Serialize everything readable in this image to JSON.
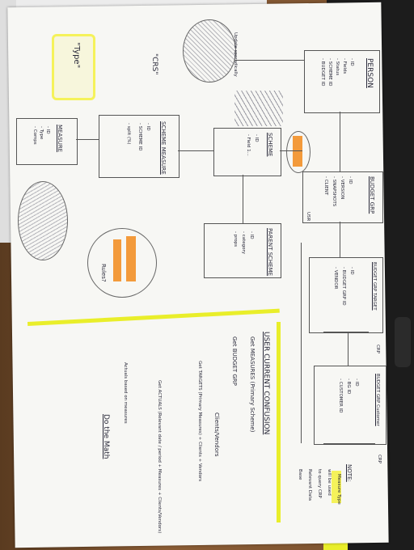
{
  "colors": {
    "table": "#7a5230",
    "paper": "#f7f7f4",
    "ink": "#2a2a3a",
    "highlight_yellow": "#f5f25a",
    "highlight_orange": "#f39a3b",
    "monitor": "#1c1c1c"
  },
  "annotations": {
    "type_note": "\"Type\"",
    "crs": "\"CRS\"",
    "update_sporadically": "Update sporadically",
    "rules": "Rules?"
  },
  "entities": {
    "person": {
      "title": "PERSON",
      "fields": [
        "- ID",
        "- Fields",
        "- Status",
        "- SCHEME ID",
        "- BUDGET ID"
      ]
    },
    "measure": {
      "title": "MEASURE",
      "fields": [
        "- ID",
        "- Type",
        "- Comps"
      ]
    },
    "scheme_measure": {
      "title": "SCHEME MEASURE",
      "fields": [
        "- ID",
        "- SCHEME ID",
        "- split (%)"
      ]
    },
    "scheme": {
      "title": "SCHEME",
      "fields": [
        "- ID",
        "- Field 1..."
      ]
    },
    "parent_scheme": {
      "title": "PARENT SCHEME",
      "fields": [
        "- ID",
        "- category",
        "- props"
      ]
    },
    "budget_grp": {
      "title": "BUDGET GRP",
      "fields": [
        "- ID",
        "- VERSION",
        "- SNAPSHOTS",
        "- CLIENT"
      ]
    },
    "budget_grp_target": {
      "title": "BUDGET GRP TARGET",
      "fields": [
        "- ID",
        "- BUDGET GRP ID",
        "- VENDOR"
      ]
    },
    "budget_grp_customer": {
      "title": "BUDGET GRP Customer",
      "fields": [
        "- ID",
        "- BG ID",
        "- CUSTOMER ID"
      ]
    }
  },
  "labels": {
    "crp_1": "CRP",
    "crp_2": "CRP",
    "usr": "USR"
  },
  "notes": {
    "note_label": "NOTE:",
    "note_text": [
      "Measure Type",
      "will be used",
      "to query CRP",
      "Relevant Data",
      "Base"
    ]
  },
  "current_confusion": {
    "heading": "USER CURRENT CONFUSION",
    "items": [
      "Get MEASURES (Primary Scheme)",
      "Get BUDGET GRP",
      "Clients/Vendors",
      "Get TARGETS (Primary Measures) + Clients + Vendors",
      "Get ACTUALS (Relevant date / period + Measures + Clients/Vendors)",
      "Actuals based on measures",
      "Do the Math"
    ]
  }
}
